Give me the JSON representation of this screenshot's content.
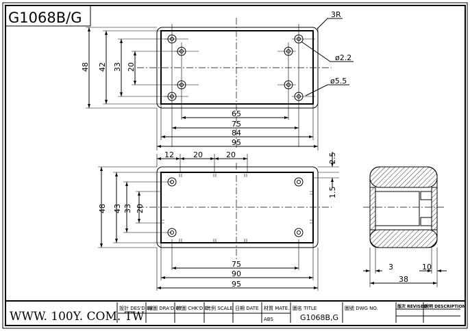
{
  "title": "G1068B/G",
  "top_view": {
    "corner_radius": "3R",
    "hole_small": "ø2.2",
    "hole_large": "ø5.5",
    "dims_horizontal": [
      "65",
      "75",
      "84",
      "95"
    ],
    "dims_vertical": [
      "48",
      "42",
      "33",
      "20"
    ]
  },
  "bottom_view": {
    "dims_top": [
      "12",
      "20",
      "20"
    ],
    "dims_vertical": [
      "48",
      "43",
      "33",
      "20"
    ],
    "dims_horizontal": [
      "75",
      "90",
      "95"
    ],
    "dims_right": [
      "2.5",
      "1.5"
    ]
  },
  "side_view": {
    "dims": [
      "3",
      "10",
      "38"
    ]
  },
  "title_block": {
    "website": "WWW. 100Y. COM. TW",
    "designed_by": "設計 DES'D BY",
    "drawn_by": "繪圖 DRA'D BY",
    "checked_by": "校圖 CHK'D BY",
    "scale": "比例 SCALE",
    "date": "日期 DATE",
    "material_label": "材質 MATE.",
    "material_value": "ABS",
    "title_label": "圖名 TITLE",
    "title_value": "G1068B,G",
    "dwg_no": "圖號 DWG NO.",
    "revised": "版次 REVISED",
    "description": "說明 DESCRIPTION"
  }
}
